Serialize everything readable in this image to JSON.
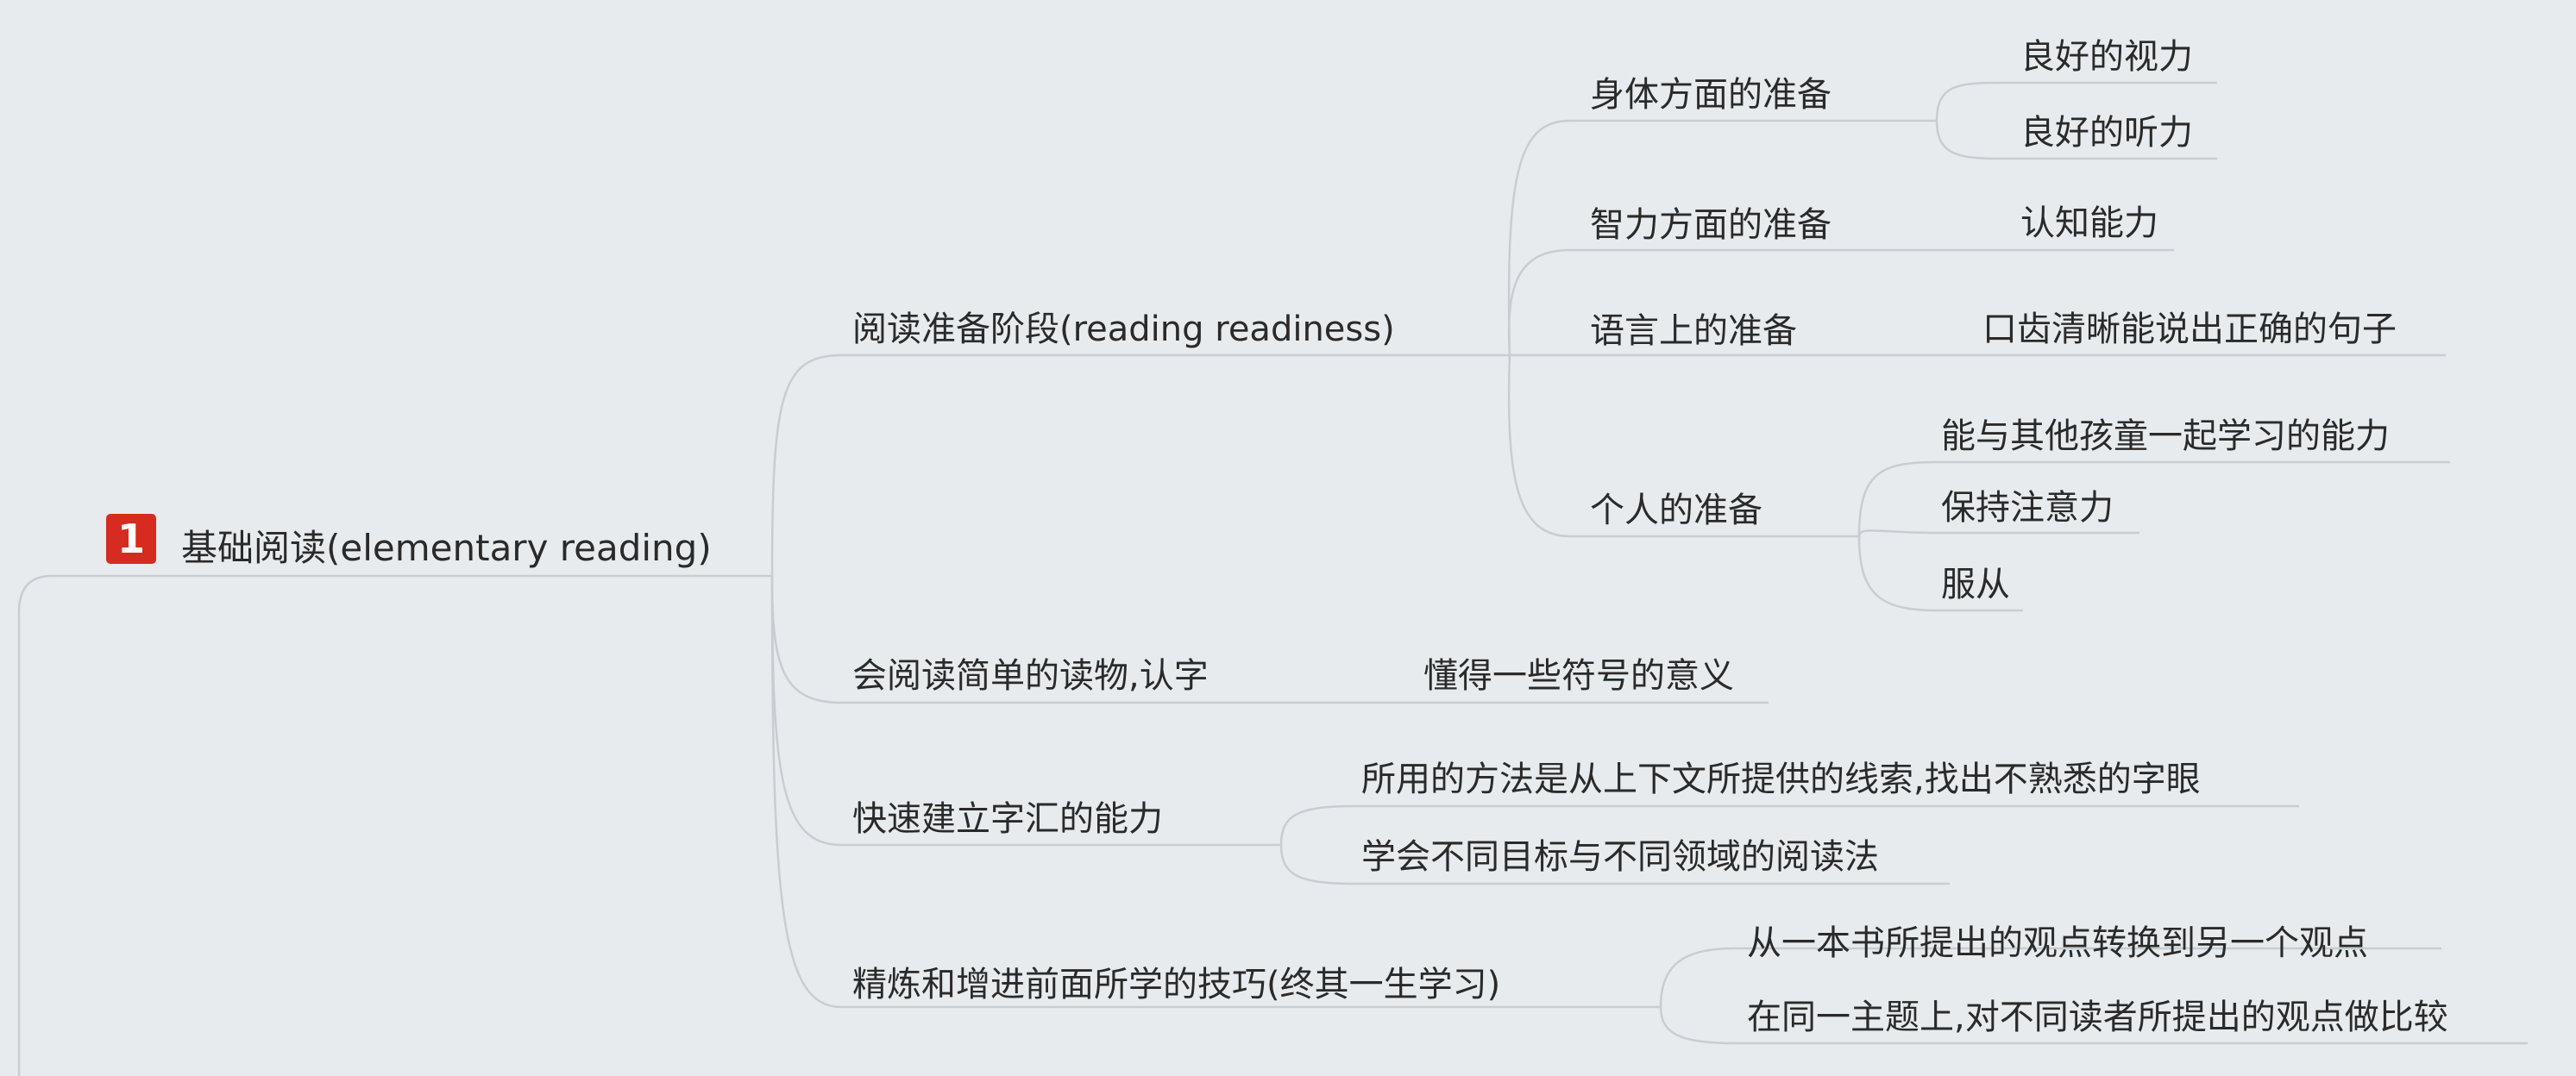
{
  "root": {
    "badge": "1",
    "label": "基础阅读(elementary reading)"
  },
  "stages": {
    "s1": {
      "label": "阅读准备阶段(reading  readiness)",
      "physical": {
        "label": "身体方面的准备",
        "vision": "良好的视力",
        "hearing": "良好的听力"
      },
      "intellectual": {
        "label": "智力方面的准备",
        "cognition": "认知能力"
      },
      "language": {
        "label": "语言上的准备",
        "speech": "口齿清晰能说出正确的句子"
      },
      "personal": {
        "label": "个人的准备",
        "cooperation": "能与其他孩童一起学习的能力",
        "attention": "保持注意力",
        "obedience": "服从"
      }
    },
    "s2": {
      "label": "会阅读简单的读物,认字",
      "symbols": "懂得一些符号的意义"
    },
    "s3": {
      "label": "快速建立字汇的能力",
      "context": "所用的方法是从上下文所提供的线索,找出不熟悉的字眼",
      "methods": "学会不同目标与不同领域的阅读法"
    },
    "s4": {
      "label": "精炼和增进前面所学的技巧(终其一生学习)",
      "transfer": "从一本书所提出的观点转换到另一个观点",
      "compare": "在同一主题上,对不同读者所提出的观点做比较"
    }
  }
}
